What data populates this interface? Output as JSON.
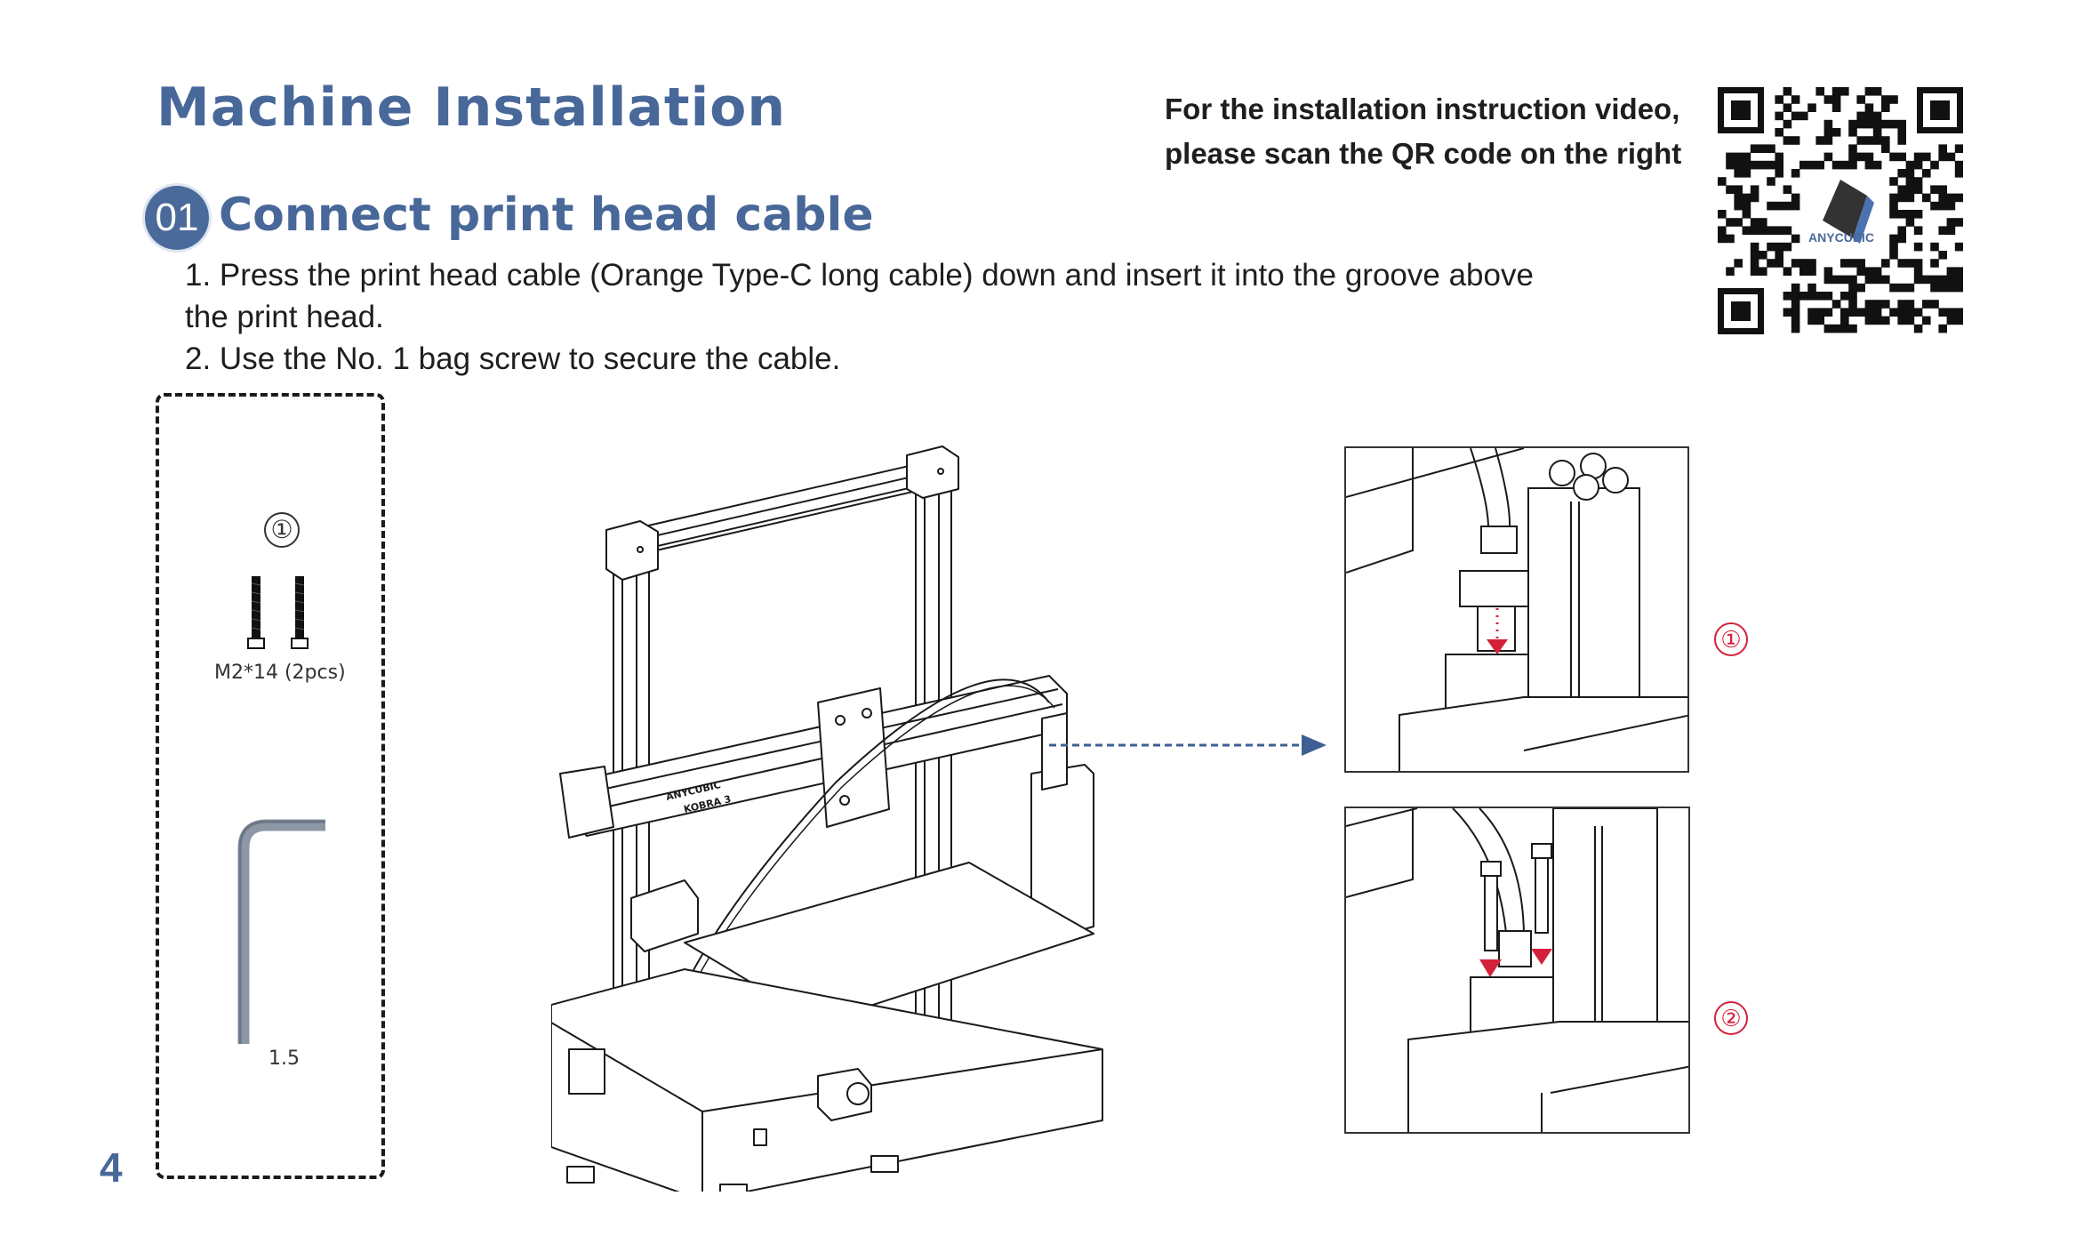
{
  "header": {
    "title": "Machine Installation",
    "qr_note_line1": "For the installation instruction video,",
    "qr_note_line2": "please scan the QR code on the right",
    "qr_logo_text": "ANYCUBIC"
  },
  "step": {
    "number": "01",
    "title": "Connect print head cable",
    "instructions": [
      "1. Press the print head  cable (Orange Type-C long cable)  down and insert  it into the groove above",
      "the print head.",
      "2. Use the No. 1 bag screw to secure the cable."
    ]
  },
  "parts": {
    "screw_marker": "①",
    "screw_label": "M2*14 (2pcs)",
    "hex_key_label": "1.5"
  },
  "illustration": {
    "brand_text": "ANYCUBIC",
    "model_text": "KOBRA 3",
    "detail_markers": [
      "①",
      "②"
    ]
  },
  "colors": {
    "accent": "#48689a",
    "marker_red": "#d4213a",
    "arrow_blue": "#3d5f93"
  },
  "page_number": "4"
}
